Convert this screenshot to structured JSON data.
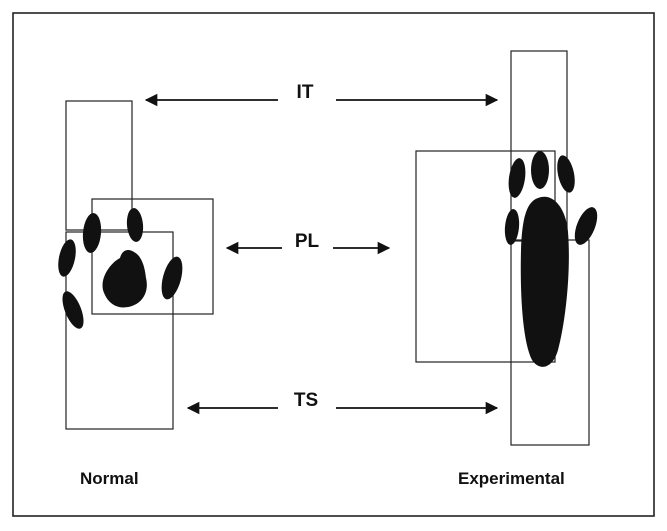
{
  "measurements": [
    {
      "key": "it",
      "label": "IT"
    },
    {
      "key": "pl",
      "label": "PL"
    },
    {
      "key": "ts",
      "label": "TS"
    }
  ],
  "captions": {
    "normal": "Normal",
    "experimental": "Experimental"
  },
  "colors": {
    "ink": "#111111",
    "frame": "#222222",
    "background": "#ffffff"
  }
}
